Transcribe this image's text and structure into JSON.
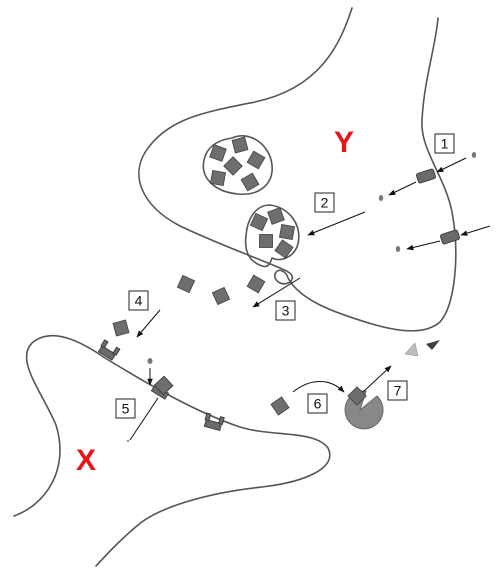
{
  "labels": {
    "neuron_presynaptic": "Y",
    "neuron_postsynaptic": "X",
    "color": "#e8141a"
  },
  "steps": [
    {
      "num": "1"
    },
    {
      "num": "2"
    },
    {
      "num": "3"
    },
    {
      "num": "4"
    },
    {
      "num": "5"
    },
    {
      "num": "6"
    },
    {
      "num": "7"
    }
  ],
  "colors": {
    "membrane": "#555555",
    "molecule": "#6e6e6e",
    "enzyme": "#888888",
    "fragment_light": "#bdbdbd",
    "fragment_dark": "#404040"
  }
}
